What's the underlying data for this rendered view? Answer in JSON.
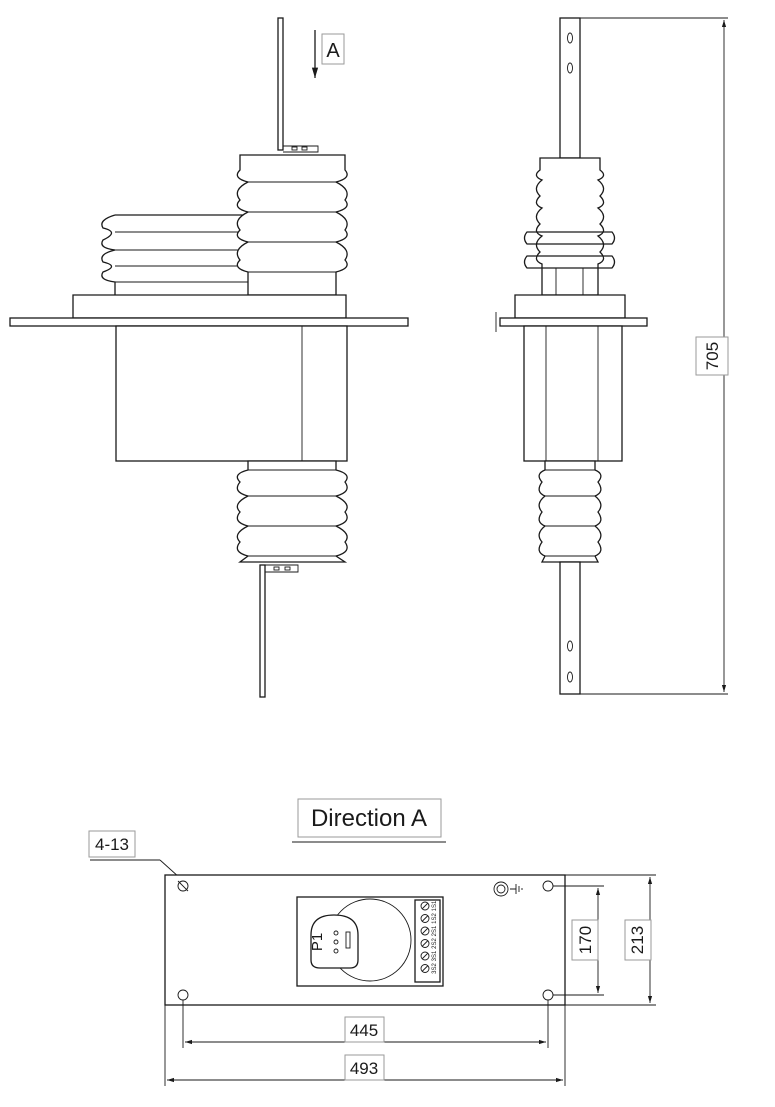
{
  "labels": {
    "arrow_a": "A",
    "direction_title": "Direction A",
    "holes_note": "4-13",
    "p1": "P1",
    "dim_height": "705",
    "dim_width_holes": "445",
    "dim_width_total": "493",
    "dim_depth_holes": "170",
    "dim_depth_total": "213"
  },
  "terminal_block": {
    "terminals": [
      "1S1",
      "1S2",
      "2S1",
      "2S2",
      "3S1",
      "3S2"
    ]
  }
}
